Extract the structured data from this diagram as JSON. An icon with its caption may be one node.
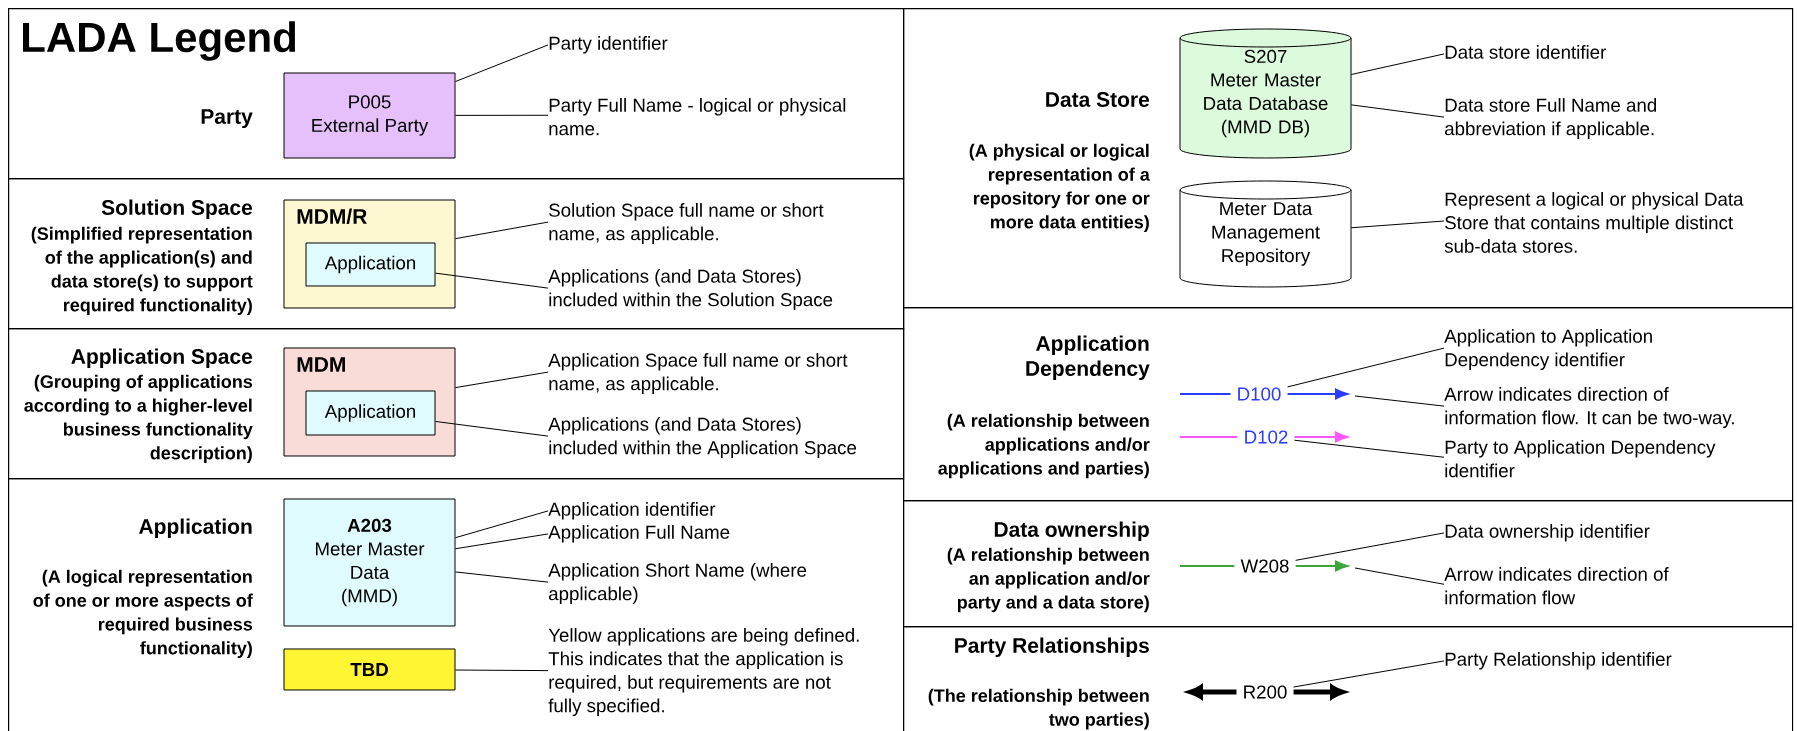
{
  "diagram": {
    "title": "LADA Legend",
    "nodes": [
      {
        "text": [
          "Party"
        ]
      },
      {
        "text": [
          "P005",
          "External Party"
        ],
        "in": 0
      },
      {
        "text": [
          "Party identifier"
        ],
        "in": 0
      },
      {
        "text": [
          "Party Full Name - logical or physical name."
        ],
        "in": 0
      },
      {
        "text": [
          "Solution Space",
          "(Simplified representation of the application(s) and data store(s) to support required functionality)"
        ]
      },
      {
        "text": [
          "MDM/R"
        ],
        "in": 4
      },
      {
        "text": [
          "Application"
        ],
        "in": 5
      },
      {
        "text": [
          "Solution Space full name or short name, as applicable."
        ],
        "in": 4
      },
      {
        "text": [
          "Applications (and Data Stores) included within the Solution Space"
        ],
        "in": 4
      },
      {
        "text": [
          "Application Space",
          "(Grouping of applications according to a higher-level business functionality description)"
        ]
      },
      {
        "text": [
          "MDM"
        ],
        "in": 9
      },
      {
        "text": [
          "Application"
        ],
        "in": 10
      },
      {
        "text": [
          "Application Space full name or short name, as applicable."
        ],
        "in": 9
      },
      {
        "text": [
          "Applications (and Data Stores) included within the Application Space"
        ],
        "in": 9
      },
      {
        "text": [
          "Application",
          "(A logical representation of one or more aspects of required business functionality)"
        ]
      },
      {
        "text": [
          "A203",
          "Meter Master Data",
          "(MMD)"
        ],
        "in": 14
      },
      {
        "text": [
          "TBD"
        ],
        "in": 14
      },
      {
        "text": [
          "Application identifier"
        ],
        "in": 14
      },
      {
        "text": [
          "Application Full Name"
        ],
        "in": 14
      },
      {
        "text": [
          "Application Short Name (where applicable)"
        ],
        "in": 14
      },
      {
        "text": [
          "Yellow applications are being defined. This indicates that the application is required, but requirements are not fully specified."
        ],
        "in": 14
      },
      {
        "text": [
          "Data Store",
          "(A physical or logical representation of a repository for one or more data entities)"
        ]
      },
      {
        "text": [
          "S207",
          "Meter Master Data Database",
          "(MMD DB)"
        ],
        "in": 21
      },
      {
        "text": [
          "Meter Data Management Repository"
        ],
        "in": 21
      },
      {
        "text": [
          "Data store identifier"
        ],
        "in": 21
      },
      {
        "text": [
          "Data store Full Name and abbreviation if applicable."
        ],
        "in": 21
      },
      {
        "text": [
          "Represent a logical or physical Data Store that contains multiple distinct sub-data stores."
        ],
        "in": 21
      },
      {
        "text": [
          "Application Dependency",
          "(A relationship between applications and/or applications and parties)"
        ]
      },
      {
        "text": [
          "D100"
        ],
        "in": 27
      },
      {
        "text": [
          "D102"
        ],
        "in": 27
      },
      {
        "text": [
          "Application to Application Dependency identifier"
        ],
        "in": 27
      },
      {
        "text": [
          "Arrow indicates direction of information flow. It can be two-way."
        ],
        "in": 27
      },
      {
        "text": [
          "Party to Application Dependency identifier"
        ],
        "in": 27
      },
      {
        "text": [
          "Data ownership",
          "(A relationship between an application and/or party and a data store)"
        ]
      },
      {
        "text": [
          "W208"
        ],
        "in": 33
      },
      {
        "text": [
          "Data ownership identifier"
        ],
        "in": 33
      },
      {
        "text": [
          "Arrow indicates direction of information flow"
        ],
        "in": 33
      },
      {
        "text": [
          "Party Relationships",
          "(The relationship between two parties)"
        ]
      },
      {
        "text": [
          "R200"
        ],
        "in": 37
      },
      {
        "text": [
          "Party Relationship identifier"
        ],
        "in": 37
      }
    ],
    "edges": [
      {
        "from": 2,
        "to": 1,
        "arrow": "none"
      },
      {
        "from": 3,
        "to": 1,
        "arrow": "none"
      },
      {
        "from": 7,
        "to": 5,
        "arrow": "none"
      },
      {
        "from": 8,
        "to": 6,
        "arrow": "none"
      },
      {
        "from": 12,
        "to": 10,
        "arrow": "none"
      },
      {
        "from": 13,
        "to": 11,
        "arrow": "none"
      },
      {
        "from": 17,
        "to": 15,
        "arrow": "none"
      },
      {
        "from": 18,
        "to": 15,
        "arrow": "none"
      },
      {
        "from": 19,
        "to": 15,
        "arrow": "none"
      },
      {
        "from": 20,
        "to": 16,
        "arrow": "none"
      },
      {
        "from": 24,
        "to": 22,
        "arrow": "none"
      },
      {
        "from": 25,
        "to": 22,
        "arrow": "none"
      },
      {
        "from": 26,
        "to": 23,
        "arrow": "none"
      },
      {
        "from": 30,
        "to": 28,
        "arrow": "none"
      },
      {
        "from": 31,
        "to": null,
        "arrow": "none"
      },
      {
        "from": 32,
        "to": 29,
        "arrow": "none"
      },
      {
        "from": null,
        "to": 28,
        "arrow": "none",
        "color": "#2b3cff"
      },
      {
        "from": 28,
        "to": null,
        "arrow": "to",
        "color": "#2b3cff"
      },
      {
        "from": null,
        "to": 29,
        "arrow": "none",
        "color": "#ff55ff"
      },
      {
        "from": 29,
        "to": null,
        "arrow": "to",
        "color": "#ff55ff"
      },
      {
        "from": 35,
        "to": 34,
        "arrow": "none"
      },
      {
        "from": 36,
        "to": null,
        "arrow": "none"
      },
      {
        "from": null,
        "to": 34,
        "arrow": "none",
        "color": "#3aa63a"
      },
      {
        "from": 34,
        "to": null,
        "arrow": "to",
        "color": "#3aa63a"
      },
      {
        "from": 39,
        "to": 38,
        "arrow": "none"
      },
      {
        "from": 38,
        "to": null,
        "arrow": "to",
        "style": "thick"
      },
      {
        "from": 38,
        "to": null,
        "arrow": "to",
        "style": "thick"
      }
    ]
  }
}
